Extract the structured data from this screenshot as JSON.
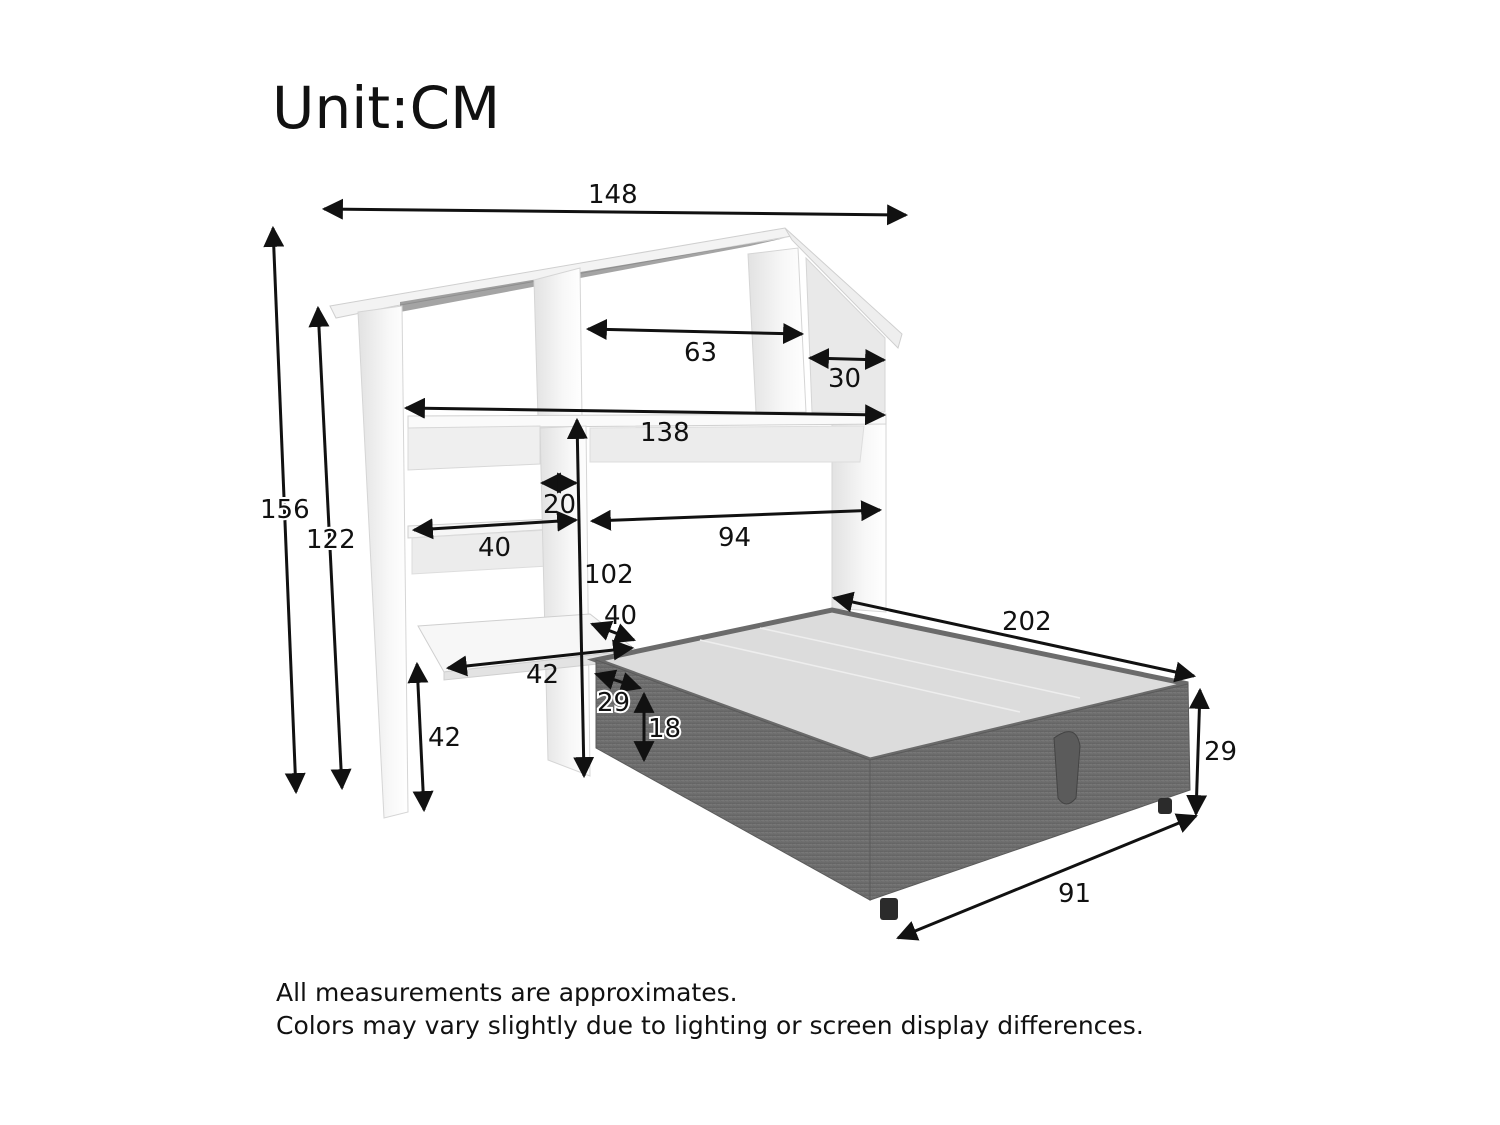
{
  "header": {
    "unit_title": "Unit:CM"
  },
  "product": {
    "type": "House-style bookcase headboard with upholstered storage bed base",
    "colors": {
      "shelf": "#f4f4f4",
      "shelf_shadow": "#d9d9d9",
      "bed_fabric": "#6f6f6f",
      "bed_top": "#d8d8d8",
      "feet": "#2b2b2b",
      "dimension_lines": "#111111"
    }
  },
  "dimensions": {
    "overall_width": "148",
    "overall_height": "156",
    "side_height": "122",
    "shelf_span_width": "138",
    "upper_compartment_width": "63",
    "roof_compartment_width": "30",
    "shelf_depth_small": "20",
    "left_shelf_width": "40",
    "right_shelf_width": "94",
    "center_panel_height": "102",
    "desk_depth": "40",
    "desk_width": "42",
    "desk_height": "42",
    "bed_length": "202",
    "bed_width": "91",
    "bed_height": "29",
    "storage_depth": "29",
    "storage_height": "18"
  },
  "notes": [
    "All measurements are approximates.",
    "Colors may vary slightly due to lighting or screen display differences."
  ]
}
